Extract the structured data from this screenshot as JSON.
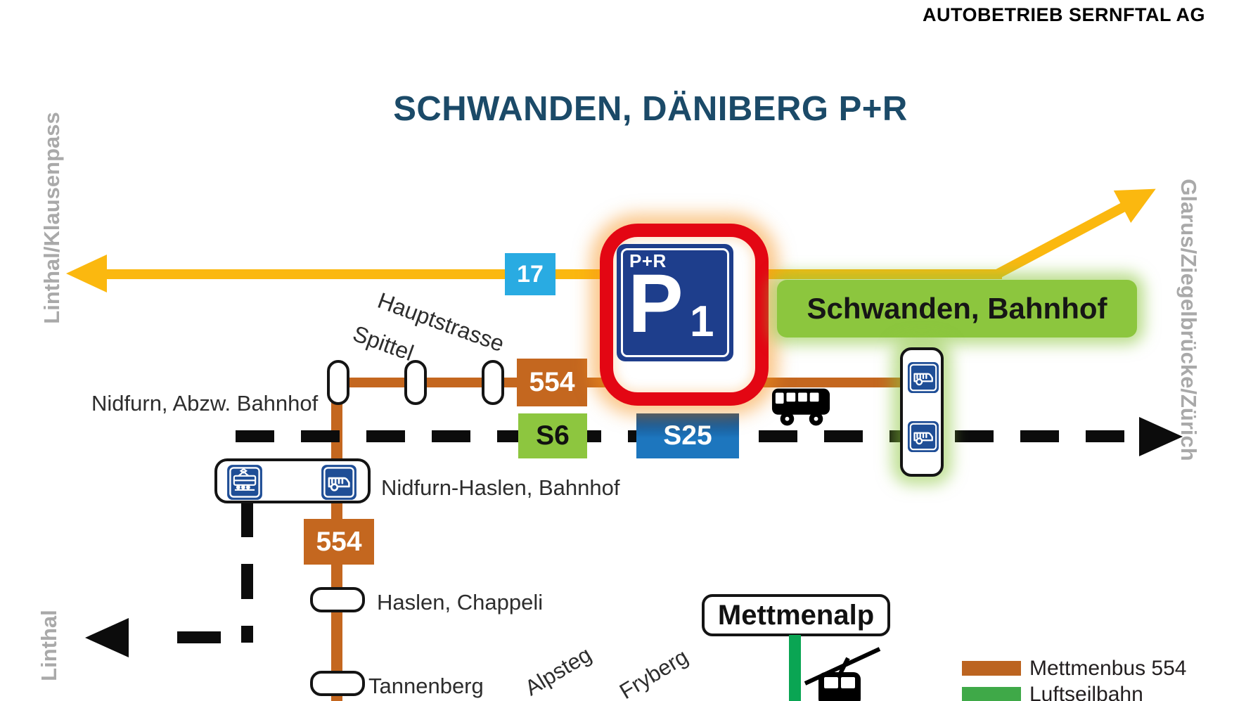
{
  "company": "AUTOBETRIEB SERNFTAL AG",
  "title": "SCHWANDEN, DÄNIBERG P+R",
  "directions": {
    "left_top": "Linthal/Klausenpass",
    "right": "Glarus/Ziegelbrücke/Zürich",
    "bottom_left": "Linthal"
  },
  "park_ride_sign": {
    "header": "P+R",
    "letter": "P",
    "number": "1"
  },
  "badges": {
    "route17": "17",
    "bus554": "554",
    "s6": "S6",
    "s25": "S25"
  },
  "stops": {
    "schwanden_bahnhof": "Schwanden, Bahnhof",
    "nidfurn_abzw_bahnhof": "Nidfurn, Abzw. Bahnhof",
    "nidfurn_haslen_bahnhof": "Nidfurn-Haslen, Bahnhof",
    "haslen_chappeli": "Haslen, Chappeli",
    "tannenberg": "Tannenberg",
    "mettmenalp": "Mettmenalp"
  },
  "streets": {
    "hauptstrasse": "Hauptstrasse",
    "spittel": "Spittel",
    "alpsteg": "Alpsteg",
    "fryberg": "Fryberg"
  },
  "legend": {
    "items": [
      {
        "label": "Mettmenbus 554",
        "color": "#bc6420"
      },
      {
        "label": "Luftseilbahn",
        "color": "#3fa948"
      }
    ]
  },
  "icons": {
    "bus_stop_sign": "bus-stop-sign-icon",
    "train_station_sign": "train-station-sign-icon",
    "bus_silhouette": "bus-icon",
    "cable_car": "cable-car-icon",
    "arrows": [
      "arrow-left-yellow",
      "arrow-up-right-yellow",
      "arrow-right-dashed",
      "arrow-left-dashed"
    ]
  },
  "colors": {
    "title_blue": "#1b4a68",
    "yellow_route": "#fbb80f",
    "orange_route": "#c4671f",
    "light_blue_17": "#29abe2",
    "green_s6": "#8dc63f",
    "blue_s25": "#1d76be",
    "sign_blue": "#1e3e8c",
    "red_highlight": "#e30613",
    "green_highlight": "#8cc63e",
    "luftseilbahn_green": "#0aa553",
    "direction_gray": "#a9a9a9"
  }
}
